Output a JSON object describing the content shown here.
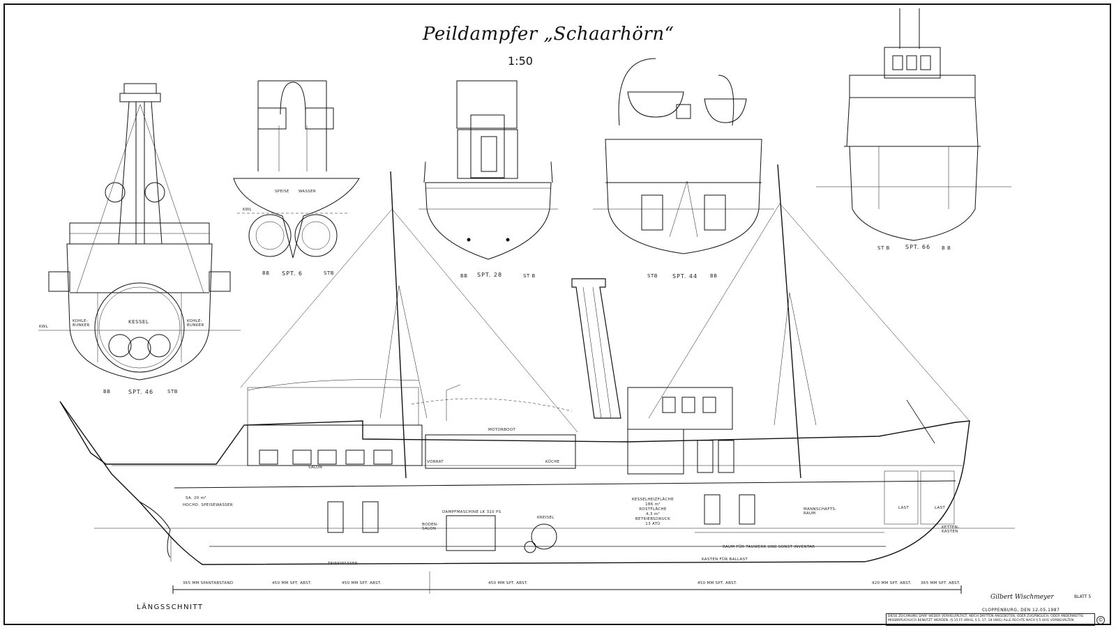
{
  "drawing": {
    "title": "Peildampfer „Schaarhörn“",
    "scale": "1:50",
    "main_view_label": "LÄNGSSCHNITT",
    "signature": "Gilbert Wischmeyer",
    "place_date": "CLOPPENBURG, DEN 12.05.1987",
    "sheet": "BLATT 5",
    "copyright_note": "DIESE ZEICHNUNG DARF WEDER VERVIELFÄLTIGT, NOCH DRITTEN ANGEBOTEN, ODER ZUGÄNGLICH, ODER ANDERWEITIG MISSBRÄUCHLICH BENUTZT WERDEN. (§ 15 FF URHG, § 1, 17, 18 UWG) ALLE RECHTE NACH § 5 UHG VORBEHALTEN.",
    "copyright_symbol": "©"
  },
  "sections": {
    "spt6": {
      "name": "SPT. 6",
      "bb": "BB",
      "stb": "STB",
      "tank_a": "SPEISE",
      "tank_b": "WASSER",
      "kwl": "KWL"
    },
    "spt28": {
      "name": "SPT. 28",
      "bb": "BB",
      "stb": "ST B"
    },
    "spt44": {
      "name": "SPT. 44",
      "stb": "STB",
      "bb": "BB"
    },
    "spt66": {
      "name": "SPT. 66",
      "stb": "ST B",
      "bb": "B B"
    },
    "spt46": {
      "name": "SPT. 46",
      "bb": "BB",
      "stb": "STB",
      "kessel": "KESSEL",
      "bunker_l": "KOHLE-\nBUNKER",
      "bunker_r": "KOHLE-\nBUNKER",
      "kwl": "KWL"
    }
  },
  "rooms": {
    "salon": "SALON",
    "speisewasser_a": "SA. 20 m³",
    "speisewasser_b": "HOCHD. SPEISEWASSER",
    "vorrat": "VORRAT",
    "motorboot": "MOTORBOOT",
    "kueche": "KÜCHE",
    "dampfmaschine": "DAMPFMASCHINE LK 310 PS",
    "boiler_text": "KESSELHEIZFLÄCHE\n186 m²\nROSTFLÄCHE\n4,3 m²\nBETRIEBSDRUCK\n13 ATÜ",
    "mannschaft": "MANNSCHAFTS-\nRAUM",
    "last1": "LAST",
    "last2": "LAST",
    "kettenkasten": "KETTEN-\nKASTEN",
    "raum": "RAUM  FÜR  TAUWERK  UND  SONST  INVENTAR",
    "ballast": "KASTEN  FÜR BALLAST",
    "trinkwasser": "TRINKWASSER",
    "boden": "BODEN-\nSALON",
    "kreisel": "KREISEL"
  },
  "frame_spacing": {
    "s1": "365 MM SPANTABSTAND",
    "s2": "450 MM SPT. ABST.",
    "s3": "450 MM SPT. ABST.",
    "s4": "450 MM SPT. ABST.",
    "s5": "450 MM SPT. ABST.",
    "s6": "420 MM SPT. ABST.",
    "s7": "365 MM SPT. ABST."
  }
}
